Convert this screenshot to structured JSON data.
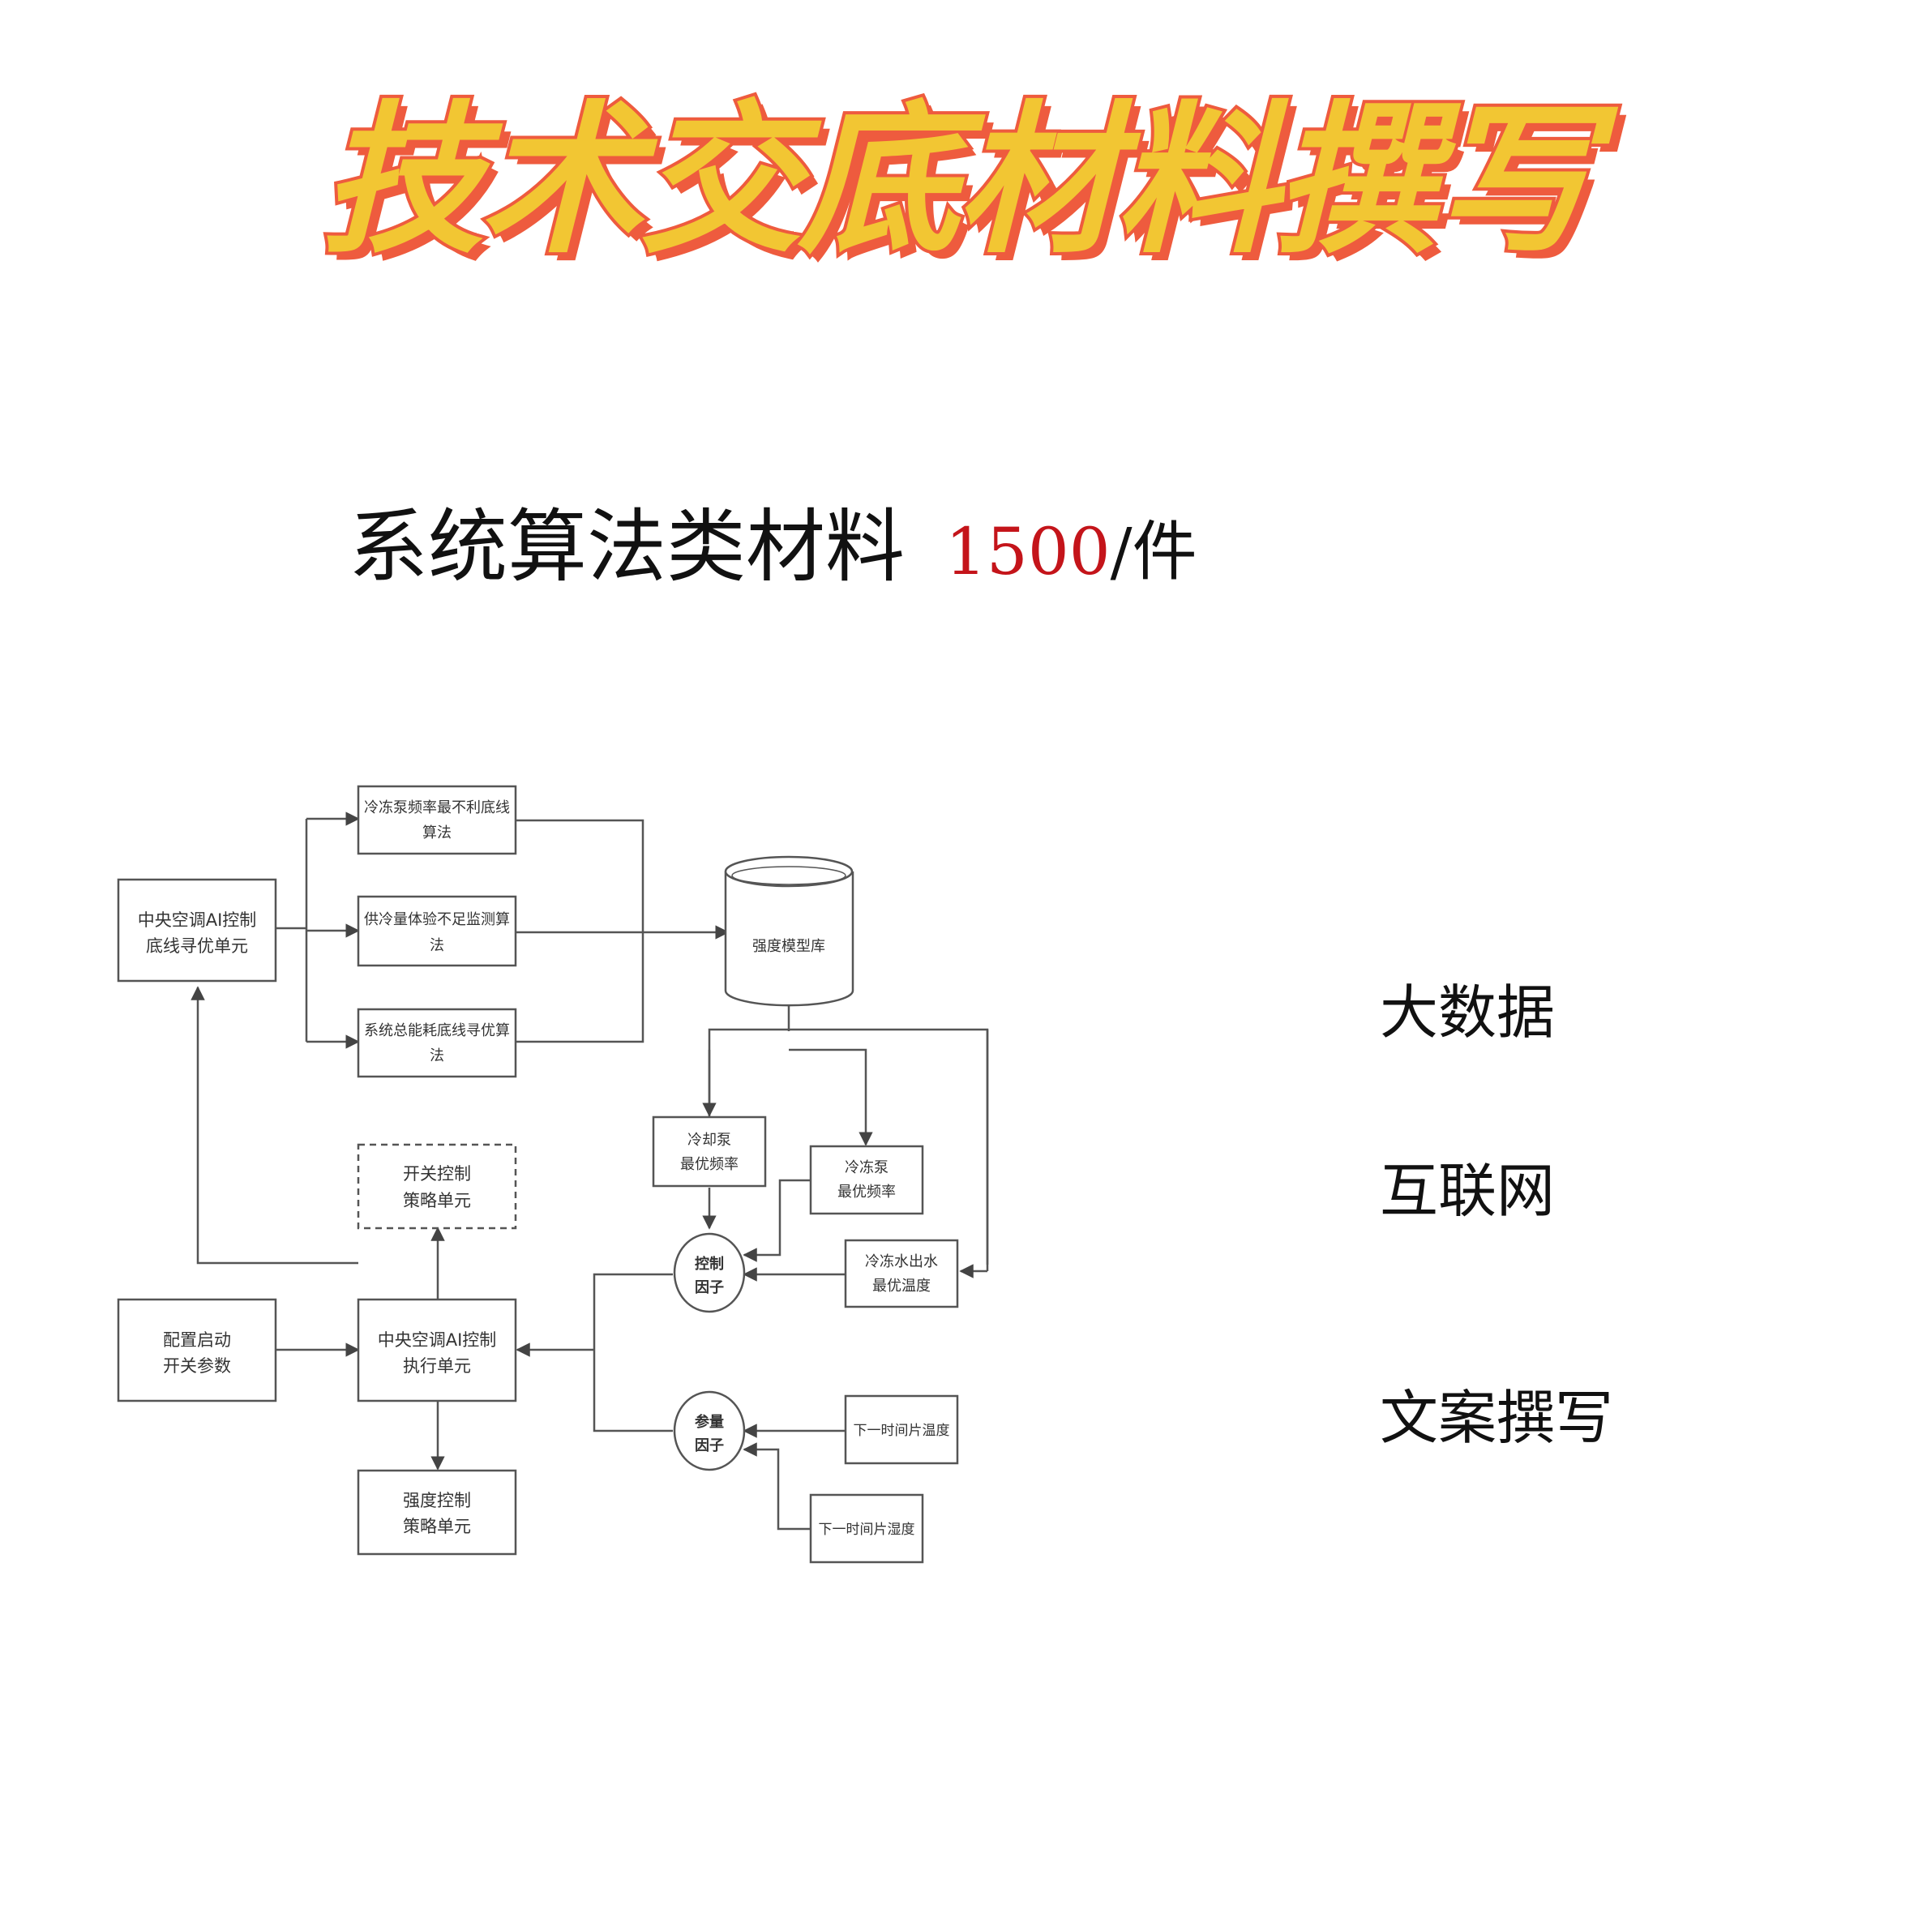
{
  "headline": "技术交底材料撰写",
  "price": {
    "category": "系统算法类材料",
    "amount": "1500",
    "unit": "/件"
  },
  "tags": [
    "大数据",
    "互联网",
    "文案撰写"
  ],
  "diagram": {
    "baseline_unit": [
      "中央空调AI控制",
      "底线寻优单元"
    ],
    "algo_pump": [
      "冷冻泵频率最不利底线",
      "算法"
    ],
    "algo_cooling": [
      "供冷量体验不足监测算",
      "法"
    ],
    "algo_energy": [
      "系统总能耗底线寻优算",
      "法"
    ],
    "model_db": "强度模型库",
    "cooling_pump": [
      "冷却泵",
      "最优频率"
    ],
    "chilled_pump": [
      "冷冻泵",
      "最优频率"
    ],
    "chilled_temp": [
      "冷冻水出水",
      "最优温度"
    ],
    "control_factor": [
      "控制",
      "因子"
    ],
    "switch_unit": [
      "开关控制",
      "策略单元"
    ],
    "config_unit": [
      "配置启动",
      "开关参数"
    ],
    "exec_unit": [
      "中央空调AI控制",
      "执行单元"
    ],
    "param_factor": [
      "参量",
      "因子"
    ],
    "next_temp_1": "下一时间片温度",
    "next_temp_2": "下一时间片湿度",
    "strength_unit": [
      "强度控制",
      "策略单元"
    ]
  }
}
